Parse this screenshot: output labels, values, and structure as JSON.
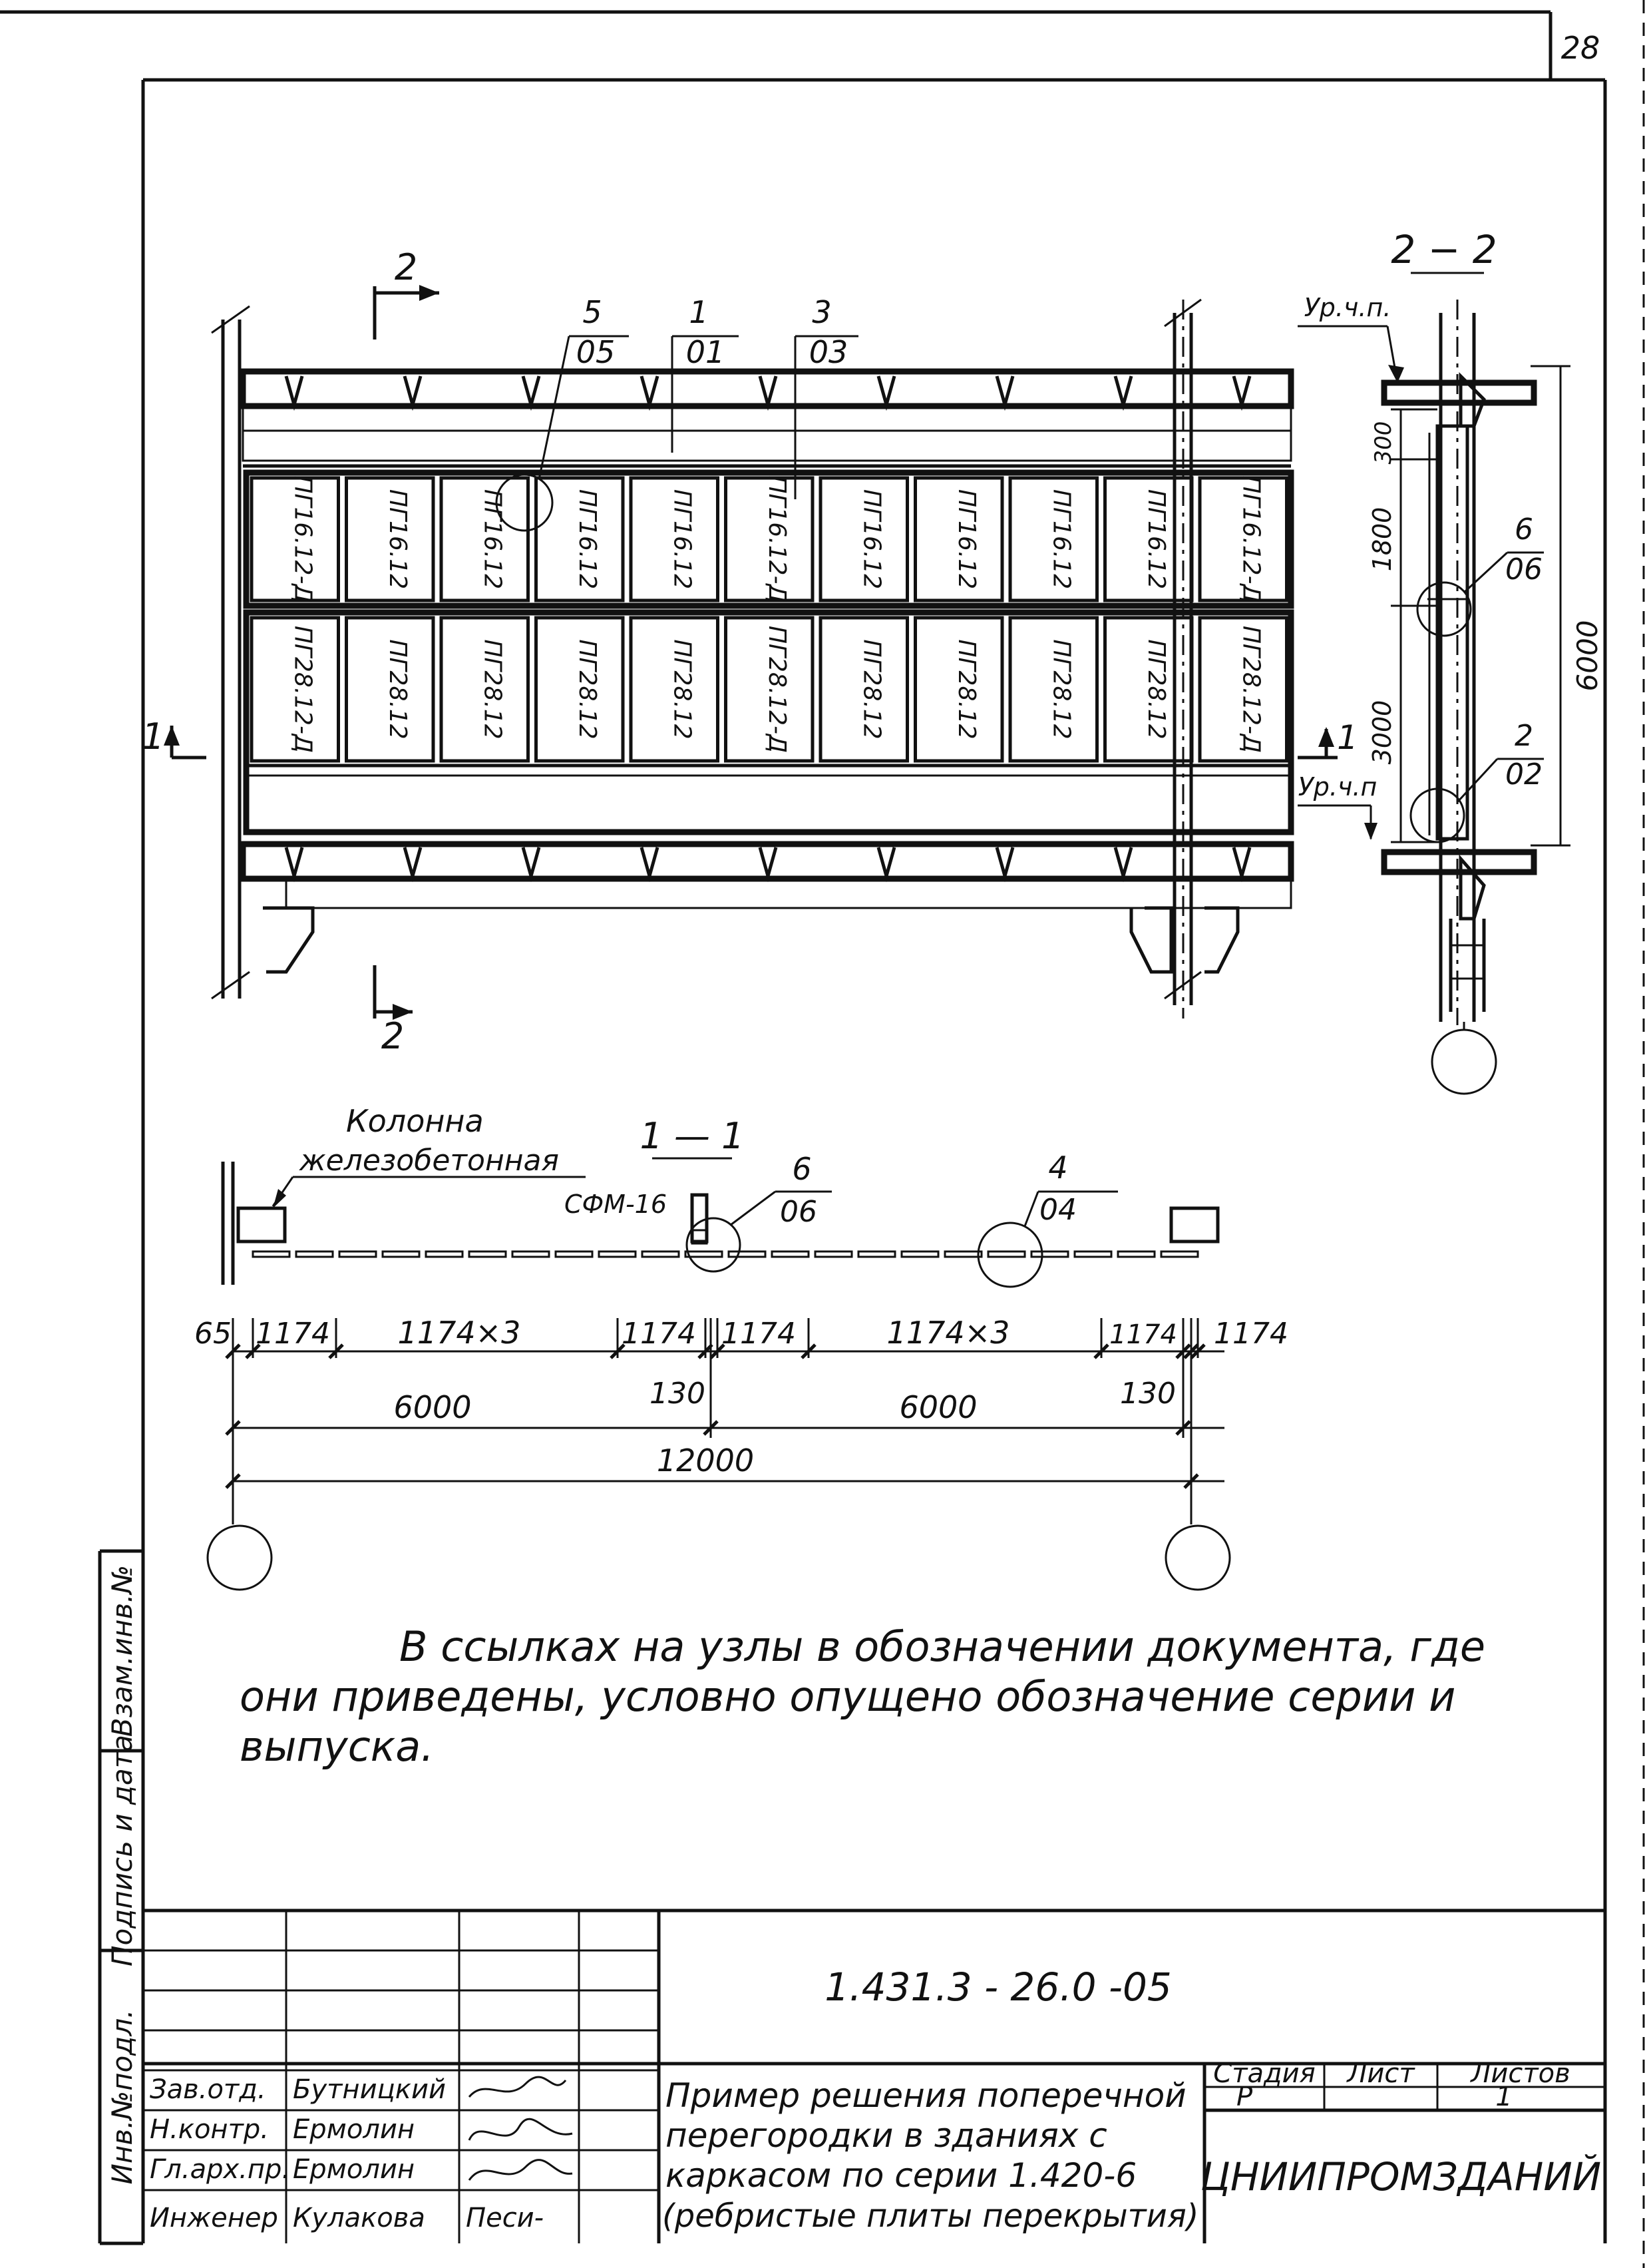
{
  "sheet_number": "28",
  "section_2_2": {
    "title": "2 − 2",
    "level_labels": [
      "Ур.ч.п.",
      "Ур.ч.п"
    ],
    "dims": [
      "300",
      "1800",
      "3000",
      "6000"
    ],
    "callouts": [
      {
        "num": "6",
        "sheet": "06"
      },
      {
        "num": "2",
        "sheet": "02"
      }
    ]
  },
  "elevation": {
    "section_mark": "2",
    "section_mark_bottom": "2",
    "side_mark": "1",
    "callouts": [
      {
        "num": "5",
        "sheet": "05"
      },
      {
        "num": "1",
        "sheet": "01"
      },
      {
        "num": "3",
        "sheet": "03"
      }
    ],
    "upper_panels": [
      "ПГ16.12-Д",
      "ПГ16.12",
      "ПГ16.12",
      "ПГ16.12",
      "ПГ16.12",
      "ПГ16.12-Д",
      "ПГ16.12",
      "ПГ16.12",
      "ПГ16.12",
      "ПГ16.12",
      "ПГ16.12-Д"
    ],
    "lower_panels": [
      "ПГ28.12-Д",
      "ПГ28.12",
      "ПГ28.12",
      "ПГ28.12",
      "ПГ28.12",
      "ПГ28.12-Д",
      "ПГ28.12",
      "ПГ28.12",
      "ПГ28.12",
      "ПГ28.12",
      "ПГ28.12-Д"
    ]
  },
  "section_1_1": {
    "title": "1 — 1",
    "column_label_line1": "Колонна",
    "column_label_line2": "железобетонная",
    "profile_label": "СФМ-16",
    "callouts": [
      {
        "num": "6",
        "sheet": "06"
      },
      {
        "num": "4",
        "sheet": "04"
      }
    ],
    "dims_row1": [
      "65",
      "1174",
      "1174×3",
      "1174",
      "1174",
      "1174×3",
      "1174",
      "1174"
    ],
    "dims_row2": [
      "6000",
      "130",
      "6000",
      "130"
    ],
    "total": "12000"
  },
  "note": {
    "line1": "В ссылках на узлы в обозначении документа, где",
    "line2": "они приведены, условно опущено обозначение серии и",
    "line3": "выпуска."
  },
  "stamp_side": {
    "inv": "Инв.№подл.",
    "sign_date": "Подпись и дата",
    "replace_inv": "Взам.инв.№"
  },
  "title_block": {
    "doc_code": "1.431.3 - 26.0 -05",
    "title_line1": "Пример решения поперечной",
    "title_line2": "перегородки в зданиях с",
    "title_line3": "каркасом по серии 1.420-6",
    "title_line4": "(ребристые плиты перекрытия)",
    "stage_header": "Стадия",
    "sheet_header": "Лист",
    "sheets_header": "Листов",
    "stage_value": "Р",
    "sheets_value": "1",
    "organization": "ЦНИИПРОМЗДАНИЙ",
    "roles": [
      {
        "role": "Зав.отд.",
        "name": "Бутницкий",
        "sign": ""
      },
      {
        "role": "Н.контр.",
        "name": "Ермолин",
        "sign": ""
      },
      {
        "role": "Гл.арх.пр.",
        "name": "Ермолин",
        "sign": ""
      },
      {
        "role": "Инженер",
        "name": "Кулакова",
        "sign": "Песи-"
      }
    ]
  }
}
